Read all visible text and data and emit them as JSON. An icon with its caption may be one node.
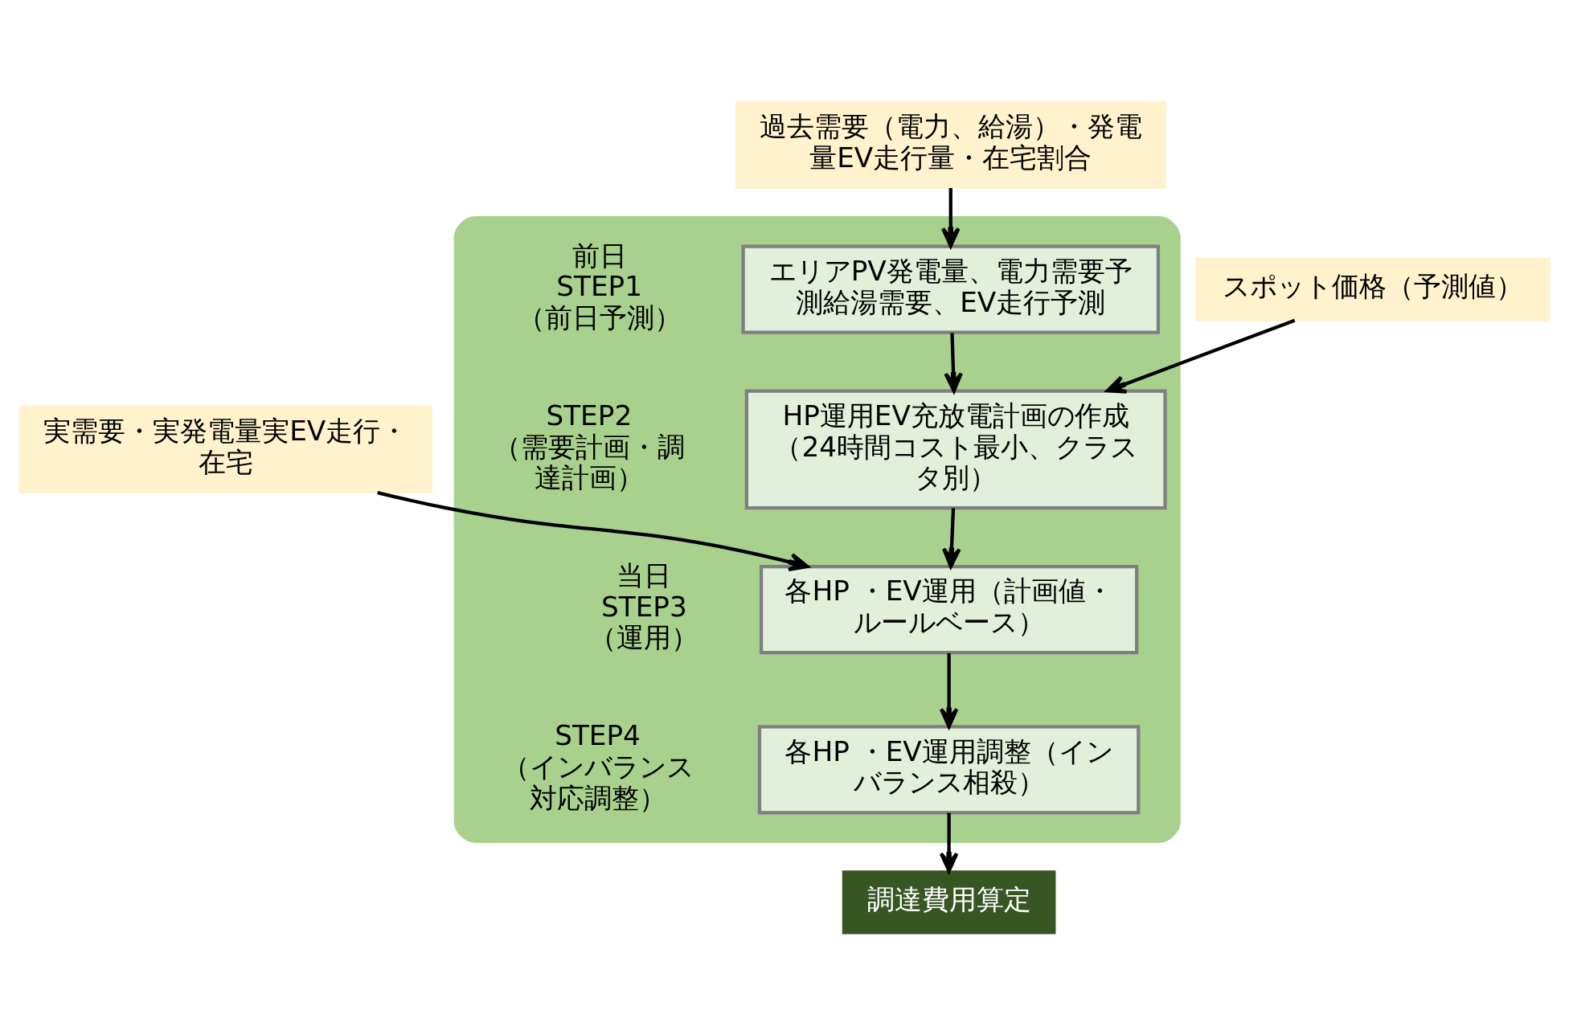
{
  "diagram": {
    "nodes": [
      {
        "text": [],
        "shape": "box"
      },
      {
        "text": [
          "エリアPV発電量、電力需要予測給湯需要、EV走行予測"
        ],
        "in": 0
      },
      {
        "text": [
          "HP運用EV充放電計画の作成（24時間コスト最小、クラスタ別）"
        ],
        "in": 0
      },
      {
        "text": [
          "各HP ・EV運用（計画値・ルールベース）"
        ],
        "in": 0
      },
      {
        "text": [
          "各HP ・EV運用調整（インバランス相殺）"
        ],
        "in": 0
      },
      {
        "text": [
          "過去需要（電力、給湯）・発電量EV走行量・在宅割合"
        ]
      },
      {
        "text": [
          "スポット価格（予測値）"
        ]
      },
      {
        "text": [
          "実需要・実発電量実EV走行・在宅"
        ]
      },
      {
        "text": [
          "調達費用算定"
        ]
      }
    ],
    "edges": [
      {
        "from": 5,
        "to": 1,
        "arrow": "to"
      },
      {
        "from": 1,
        "to": 2,
        "arrow": "to"
      },
      {
        "from": 6,
        "to": 2,
        "arrow": "to"
      },
      {
        "from": 2,
        "to": 3,
        "arrow": "to"
      },
      {
        "from": 7,
        "to": 3,
        "arrow": "to"
      },
      {
        "from": 3,
        "to": 4,
        "arrow": "to"
      },
      {
        "from": 4,
        "to": 8,
        "arrow": "to"
      }
    ],
    "labels": [
      "前日",
      "STEP1",
      "（前日予測）",
      "STEP2",
      "（需要計画・調達計画）",
      "当日",
      "STEP3",
      "（運用）",
      "STEP4",
      "（インバランス対応調整）"
    ]
  }
}
